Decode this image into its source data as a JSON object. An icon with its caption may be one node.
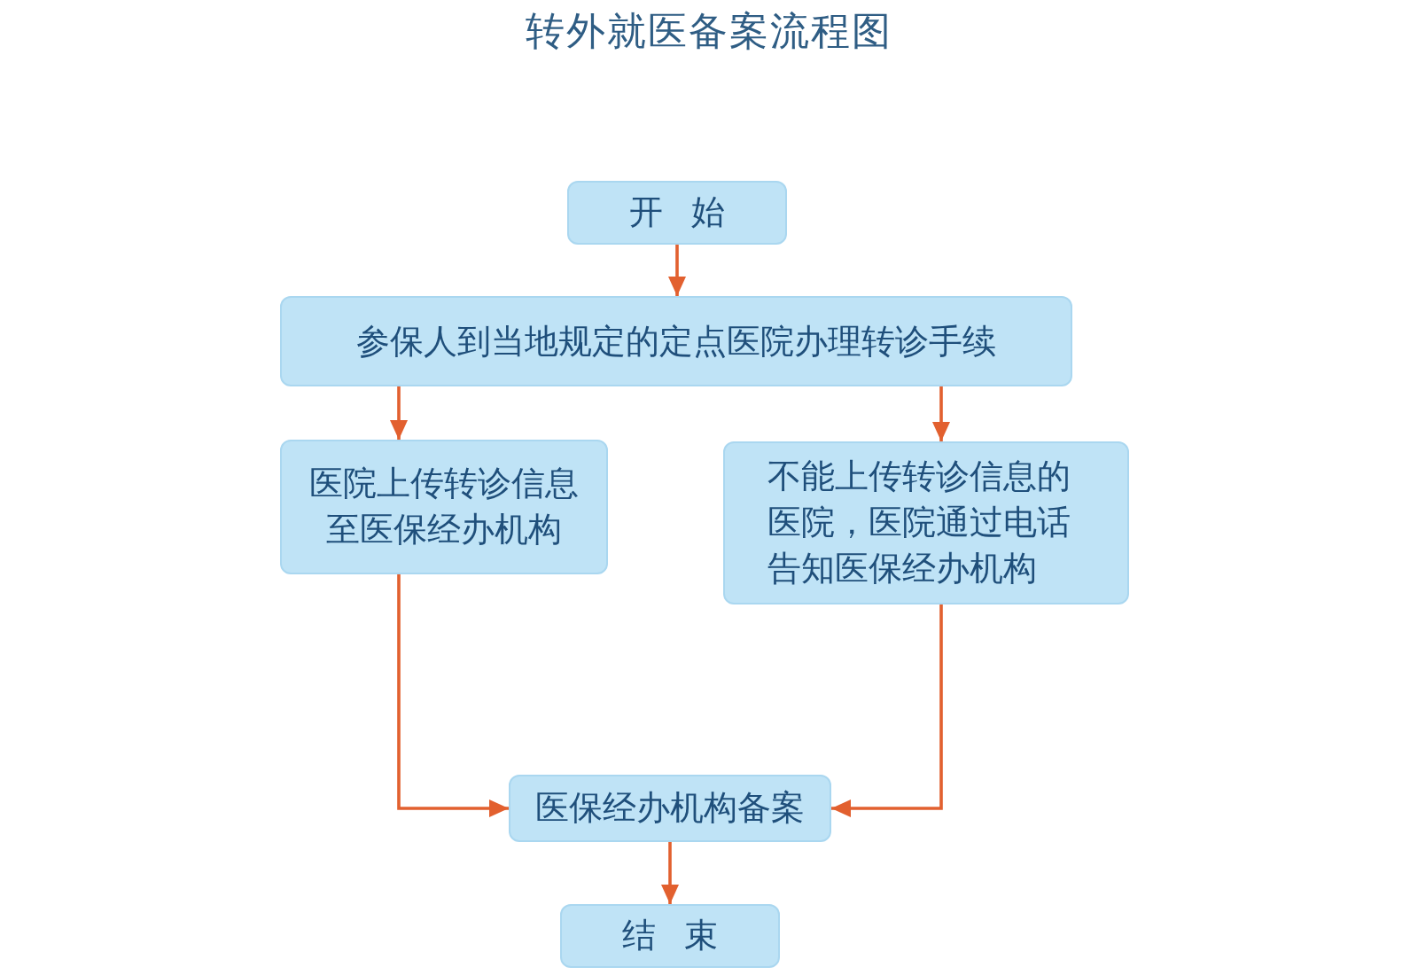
{
  "diagram": {
    "title": "转外就医备案流程图",
    "nodes": [
      {
        "text": [
          "开 始"
        ]
      },
      {
        "text": [
          "参保人到当地规定的定点医院办理转诊手续"
        ]
      },
      {
        "text": [
          "医院上传转诊信息至医保经办机构"
        ]
      },
      {
        "text": [
          "不能上传转诊信息的医院，医院通过电话告知医保经办机构"
        ]
      },
      {
        "text": [
          "医保经办机构备案"
        ]
      },
      {
        "text": [
          "结 束"
        ]
      }
    ],
    "edges": [
      {
        "from": 0,
        "to": 1,
        "arrow": "to"
      },
      {
        "from": 1,
        "to": 2,
        "arrow": "to"
      },
      {
        "from": 1,
        "to": 3,
        "arrow": "to"
      },
      {
        "from": 2,
        "to": 4,
        "arrow": "to"
      },
      {
        "from": 3,
        "to": 4,
        "arrow": "to"
      },
      {
        "from": 4,
        "to": 5,
        "arrow": "to"
      }
    ]
  }
}
